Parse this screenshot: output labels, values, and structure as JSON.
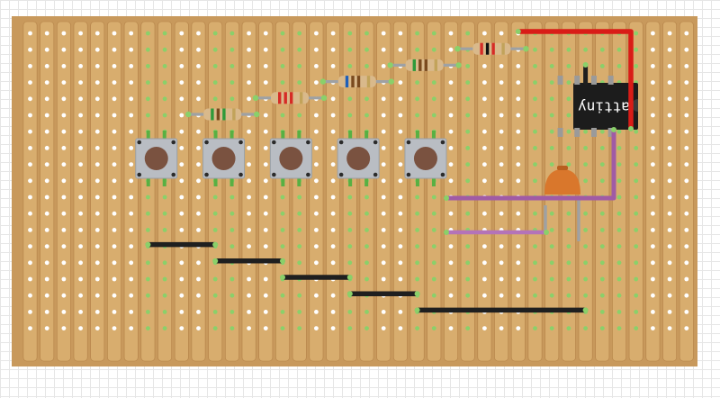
{
  "board": {
    "columns": 40,
    "rows": 19,
    "colors": {
      "board": "#c8995c",
      "strip": "#d8ad6e",
      "strip_edge": "#b48248",
      "hole": "#ffffff",
      "hole_connected": "#8ad06a"
    },
    "connected_columns": [
      7,
      8,
      11,
      12,
      15,
      16,
      19,
      20,
      23,
      24,
      26,
      30,
      31,
      32,
      33,
      34,
      35,
      36
    ]
  },
  "chip": {
    "label": "attiny",
    "body_color": "#1c1c1c",
    "pin_color": "#9a9a9a"
  },
  "buttons": {
    "count": 5,
    "body_color": "#b9bdc3",
    "cap_color": "#7a5240",
    "leg_color": "#58b043"
  },
  "resistors": {
    "count": 5,
    "body_color": "#d9b98b",
    "lead_color": "#9ea1a4",
    "bands": [
      [
        "#2e9a3a",
        "#7a4a1e",
        "#2e9a3a",
        "#c2a35a"
      ],
      [
        "#d62b25",
        "#d62b25",
        "#d62b25",
        "#c2a35a"
      ],
      [
        "#1f5fb8",
        "#7a4a1e",
        "#7a4a1e",
        "#c2a35a"
      ],
      [
        "#2e9a3a",
        "#7a4a1e",
        "#7a4a1e",
        "#c2a35a"
      ],
      [
        "#d62b25",
        "#111111",
        "#d62b25",
        "#c2a35a"
      ]
    ]
  },
  "wires": {
    "power_color": "#d91c17",
    "ground_color": "#1f1f1f",
    "signal_color": "#a05ba5",
    "signal_light_color": "#b473b8",
    "ground_jumpers": 5
  },
  "component": {
    "name": "orange-component",
    "body_color": "#d9772c",
    "lead_color": "#9ea1a4"
  }
}
